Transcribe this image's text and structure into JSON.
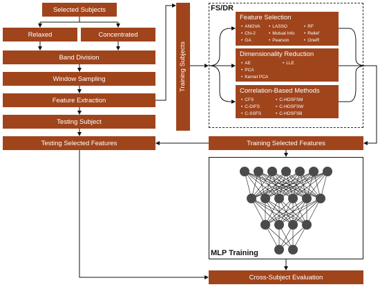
{
  "left_flow": {
    "selected_subjects": "Selected Subjects",
    "relaxed": "Relaxed",
    "concentrated": "Concentrated",
    "band_division": "Band Division",
    "window_sampling": "Window Sampling",
    "feature_extraction": "Feature Extraction",
    "testing_subject": "Testing Subject",
    "testing_selected_features": "Testing Selected Features"
  },
  "training_subjects": "Training Subjects",
  "fsdr": {
    "title": "FS/DR",
    "feature_selection": {
      "title": "Feature Selection",
      "col1": [
        "ANOVA",
        "Chi-2",
        "GA"
      ],
      "col2": [
        "LASSO",
        "Mutual Info",
        "Pearson"
      ],
      "col3": [
        "RF",
        "Relief",
        "OneR"
      ]
    },
    "dimensionality_reduction": {
      "title": "Dimensionality Reduction",
      "col1": [
        "AE",
        "PCA",
        "Kernel PCA"
      ],
      "col2": [
        "LLE"
      ]
    },
    "correlation_based": {
      "title": "Correlation-Based Methods",
      "col1": [
        "CFS",
        "C-DIFS",
        "C-SSFS"
      ],
      "col2": [
        "C-HDSFSM",
        "C-HDSFSW",
        "C-HDSFSB"
      ]
    }
  },
  "training_selected_features": "Training Selected Features",
  "mlp": {
    "label": "MLP Training",
    "layers": [
      7,
      6,
      4,
      2
    ]
  },
  "cross_subject_evaluation": "Cross-Subject Evaluation",
  "colors": {
    "box": "#a0441c",
    "node": "#4a4a4a",
    "line": "#111111"
  }
}
